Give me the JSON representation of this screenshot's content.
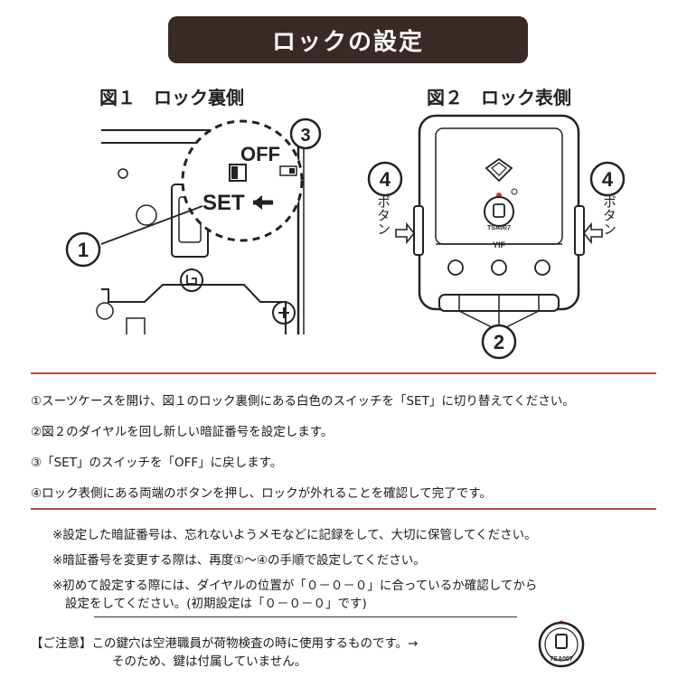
{
  "title": "ロックの設定",
  "figure1": {
    "title": "図１　ロック裏側",
    "off_label": "OFF",
    "set_label": "SET",
    "num_1": "1",
    "num_3": "3"
  },
  "figure2": {
    "title": "図２　ロック表側",
    "num_2": "2",
    "num_4": "4",
    "button_label": "ボタン",
    "tsa_label": "TSA007",
    "brand_label": "YIF"
  },
  "steps": [
    "①スーツケースを開け、図１のロック裏側にある白色のスイッチを「SET」に切り替えてください。",
    "②図２のダイヤルを回し新しい暗証番号を設定します。",
    "③「SET」のスイッチを「OFF」に戻します。",
    "④ロック表側にある両端のボタンを押し、ロックが外れることを確認して完了です。"
  ],
  "notes": [
    "※設定した暗証番号は、忘れないようメモなどに記録をして、大切に保管してください。",
    "※暗証番号を変更する際は、再度①〜④の手順で設定してください。",
    "※初めて設定する際には、ダイヤルの位置が「０－０－０」に合っているか確認してから",
    "設定をしてください。(初期設定は「０－０－０」です)"
  ],
  "caution": {
    "line1": "【ご注意】この鍵穴は空港職員が荷物検査の時に使用するものです。→",
    "line2": "そのため、鍵は付属していません。",
    "badge_label": "TSA007"
  },
  "colors": {
    "banner": "#3a2a27",
    "rule": "#b84a44",
    "red_dot": "#d8322a"
  }
}
